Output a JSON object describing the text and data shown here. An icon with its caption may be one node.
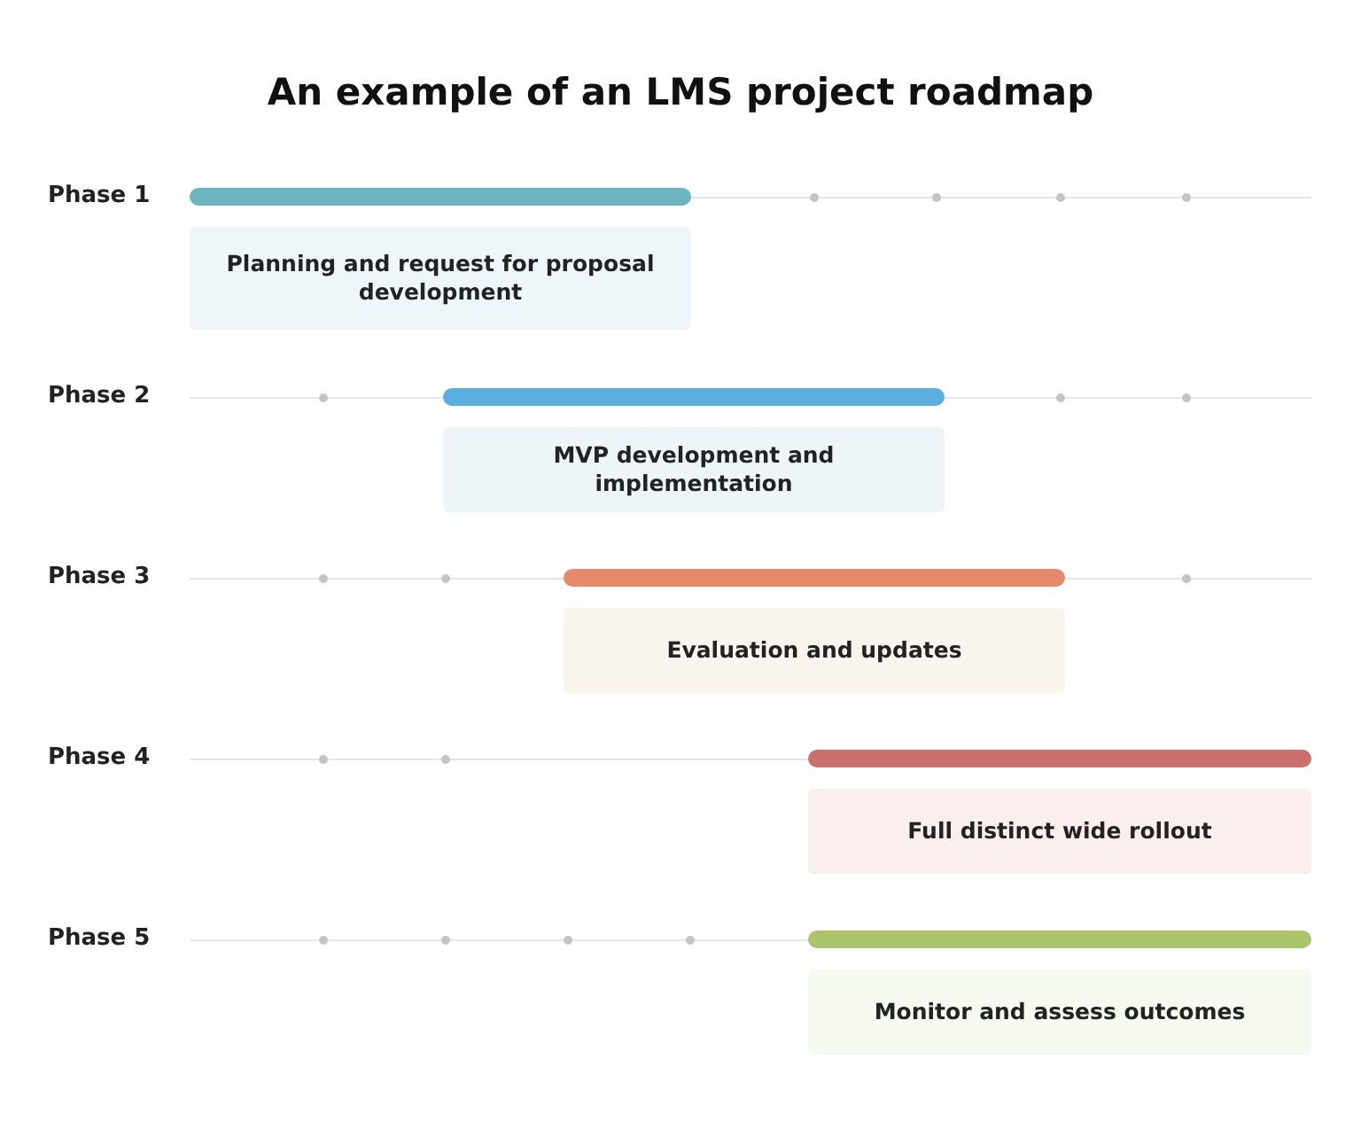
{
  "diagram": {
    "title": "An example of an LMS project roadmap",
    "nodes": [
      {
        "text": [
          "Planning and request for proposal development"
        ]
      },
      {
        "text": [
          "MVP development and implementation"
        ]
      },
      {
        "text": [
          "Evaluation and updates"
        ]
      },
      {
        "text": [
          "Full distinct wide rollout"
        ]
      },
      {
        "text": [
          "Monitor and assess outcomes"
        ]
      }
    ],
    "labels": [
      "Phase 1",
      "Phase 2",
      "Phase 3",
      "Phase 4",
      "Phase 5"
    ]
  }
}
